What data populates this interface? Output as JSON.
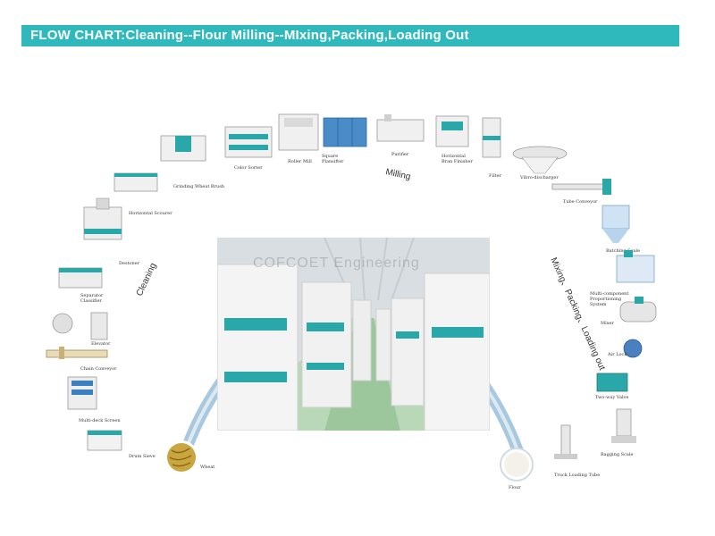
{
  "header": {
    "title": "FLOW CHART:Cleaning--Flour Milling--MIxing,Packing,Loading Out"
  },
  "stages": {
    "cleaning": "Cleaning",
    "milling": "Milling",
    "mixing": "Mixing、Packing、Loading out"
  },
  "watermark": "COFCOET  Engineering",
  "colors": {
    "banner": "#2fb9bd",
    "arc": "#a8c8de",
    "machine_white": "#f0f0f0",
    "machine_teal": "#2aa7a8",
    "floor_green": "#9cc79c"
  },
  "equipment": {
    "wheat": "Wheat",
    "drum_sieve": "Drum Sieve",
    "multi_deck_screen": "Multi-deck Screen",
    "chain_conveyor": "Chain Conveyor",
    "elevator": "Elevator",
    "separator": "Separator\nClassifier",
    "destoner": "Destoner",
    "horizontal_scourer": "Horizontal Scourer",
    "grinding_wheat_brush": "Grinding Wheat Brush",
    "color_sorter": "Color Sorter",
    "roller_mill": "Roller Mill",
    "square_plansifter": "Square\nPlansifter",
    "purifier": "Purifier",
    "bran_finisher": "Horizontal\nBran Finisher",
    "filter": "Filter",
    "vibro_discharger": "Vibro-discharger",
    "tube_conveyor": "Tube Conveyor",
    "batching_scale": "Batching Scale",
    "proportioning": "Multi-component\nProportioning\nSystem",
    "mixer": "Mixer",
    "air_lock": "Air Lock",
    "two_way_valve": "Two-way Valve",
    "bagging_scale": "Bagging Scale",
    "truck_loading_tube": "Truck Loading Tube",
    "flour": "Flour"
  }
}
